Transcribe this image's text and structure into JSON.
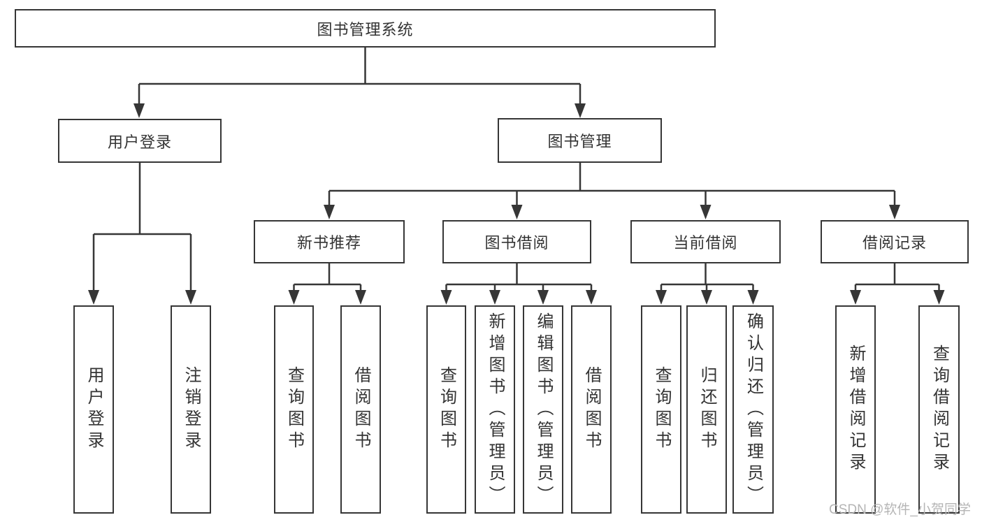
{
  "diagram": {
    "title": "图书管理系统",
    "branches": [
      {
        "label": "用户登录",
        "children": [
          {
            "label": "用户登录"
          },
          {
            "label": "注销登录"
          }
        ]
      },
      {
        "label": "图书管理",
        "children": [
          {
            "label": "新书推荐",
            "children": [
              {
                "label": "查询图书"
              },
              {
                "label": "借阅图书"
              }
            ]
          },
          {
            "label": "图书借阅",
            "children": [
              {
                "label": "查询图书"
              },
              {
                "label": "新增图书（管理员）"
              },
              {
                "label": "编辑图书（管理员）"
              },
              {
                "label": "借阅图书"
              }
            ]
          },
          {
            "label": "当前借阅",
            "children": [
              {
                "label": "查询图书"
              },
              {
                "label": "归还图书"
              },
              {
                "label": "确认归还（管理员）"
              }
            ]
          },
          {
            "label": "借阅记录",
            "children": [
              {
                "label": "新增借阅记录"
              },
              {
                "label": "查询借阅记录"
              }
            ]
          }
        ]
      }
    ]
  },
  "watermark": "CSDN @软件_小贺同学",
  "colors": {
    "line": "#363636",
    "text": "#333333",
    "watermark": "#b5b5b5",
    "background": "#ffffff"
  }
}
